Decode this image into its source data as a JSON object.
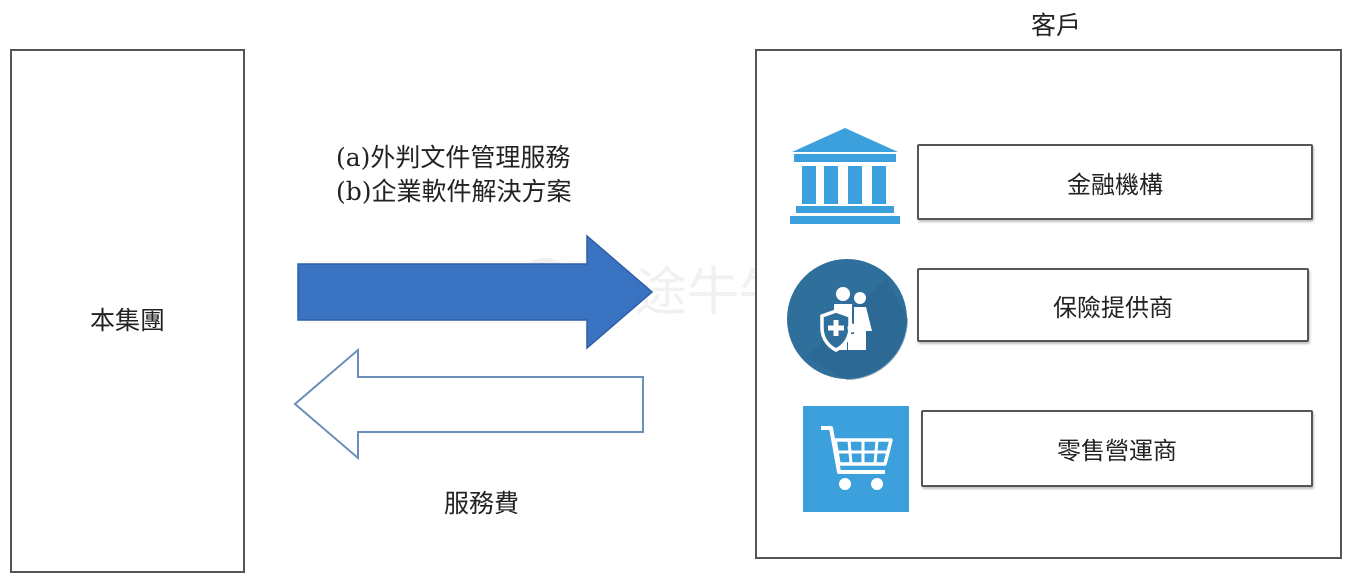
{
  "group": {
    "label": "本集團"
  },
  "customer": {
    "title": "客戶",
    "items": [
      {
        "label": "金融機構",
        "icon": "bank-icon"
      },
      {
        "label": "保險提供商",
        "icon": "insurance-family-shield-icon"
      },
      {
        "label": "零售營運商",
        "icon": "shopping-cart-icon"
      }
    ]
  },
  "flows": {
    "services": [
      "(a)外判文件管理服務",
      "(b)企業軟件解決方案"
    ],
    "fee": "服務費"
  },
  "watermark": {
    "text": "富途牛牛"
  },
  "colors": {
    "arrow_blue": "#3a73c2",
    "icon_blue": "#3ba0dc",
    "insurance_circle": "#2f6f9c",
    "outline": "#555555"
  }
}
